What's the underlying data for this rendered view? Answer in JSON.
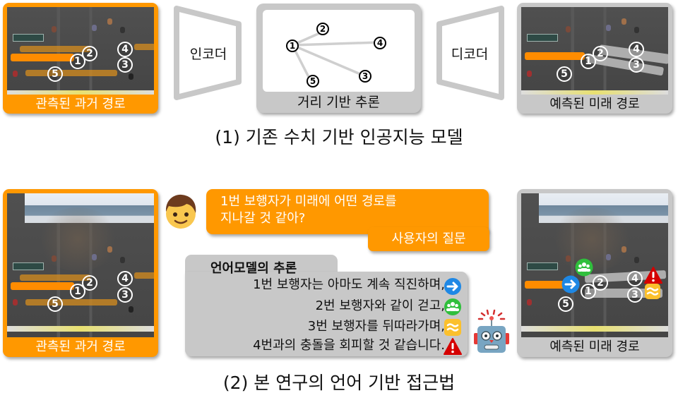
{
  "section1": {
    "observed_panel": {
      "label": "관측된 과거 경로",
      "markers": [
        "1",
        "2",
        "3",
        "4",
        "5"
      ]
    },
    "encoder": {
      "label": "인코더"
    },
    "reasoning_box": {
      "label": "거리 기반 추론",
      "nodes": [
        "1",
        "2",
        "3",
        "4",
        "5"
      ]
    },
    "decoder": {
      "label": "디코더"
    },
    "predicted_panel": {
      "label": "예측된 미래 경로",
      "markers": [
        "1",
        "2",
        "3",
        "4",
        "5"
      ]
    },
    "caption": "(1) 기존 수치 기반 인공지능 모델"
  },
  "section2": {
    "observed_panel": {
      "label": "관측된 과거 경로",
      "markers": [
        "1",
        "2",
        "3",
        "4",
        "5"
      ]
    },
    "user_question": {
      "line1": "1번 보행자가 미래에 어떤 경로를",
      "line2": "지나갈 것 같아?",
      "tag": "사용자의 질문"
    },
    "lm_reasoning": {
      "title": "언어모델의 추론",
      "lines": [
        {
          "text": "1번 보행자는 아마도 계속 직진하며,",
          "icon": "right-arrow-icon",
          "color": "#1e88e5"
        },
        {
          "text": "2번 보행자와 같이 걷고,",
          "icon": "group-icon",
          "color": "#2fbf3c"
        },
        {
          "text": "3번 보행자를 뒤따라가며,",
          "icon": "follow-wave-icon",
          "color": "#fbc02d"
        },
        {
          "text": "4번과의 충돌을 회피할 것 같습니다.",
          "icon": "warning-icon",
          "color": "#d50000"
        }
      ]
    },
    "predicted_panel": {
      "label": "예측된 미래 경로",
      "markers": [
        "1",
        "2",
        "3",
        "4",
        "5"
      ]
    },
    "caption": "(2) 본 연구의 언어 기반 접근법"
  },
  "colors": {
    "accent_orange": "#ff9800",
    "panel_gray": "#c8c8c8"
  }
}
